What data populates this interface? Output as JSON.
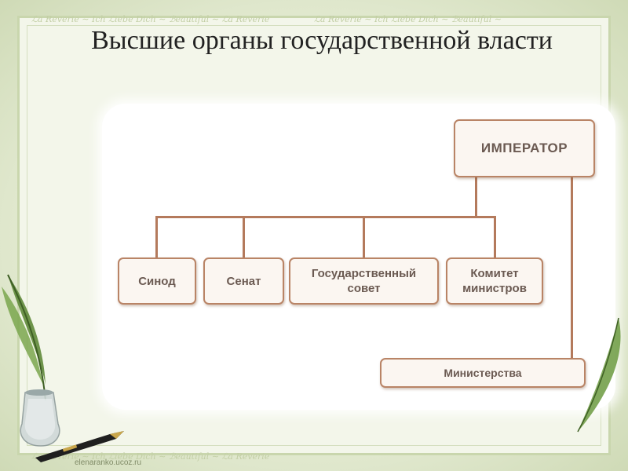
{
  "slide": {
    "title": "Высшие органы государственной власти",
    "footer": "elenaranko.ucoz.ru"
  },
  "diagram": {
    "nodes": {
      "emperor": "ИМПЕРАТОР",
      "synod": "Синод",
      "senate": "Сенат",
      "state_council": "Государственный совет",
      "committee": "Комитет министров",
      "ministries": "Министерства"
    }
  },
  "colors": {
    "box_border": "#b98466",
    "box_fill": "#fbf6f1",
    "box_text": "#6b5a52",
    "connector": "#b47a5c",
    "frame": "#c9d6ad"
  },
  "icons": [
    "quill-inkwell-icon",
    "fountain-pen-icon",
    "leaf-icon"
  ]
}
